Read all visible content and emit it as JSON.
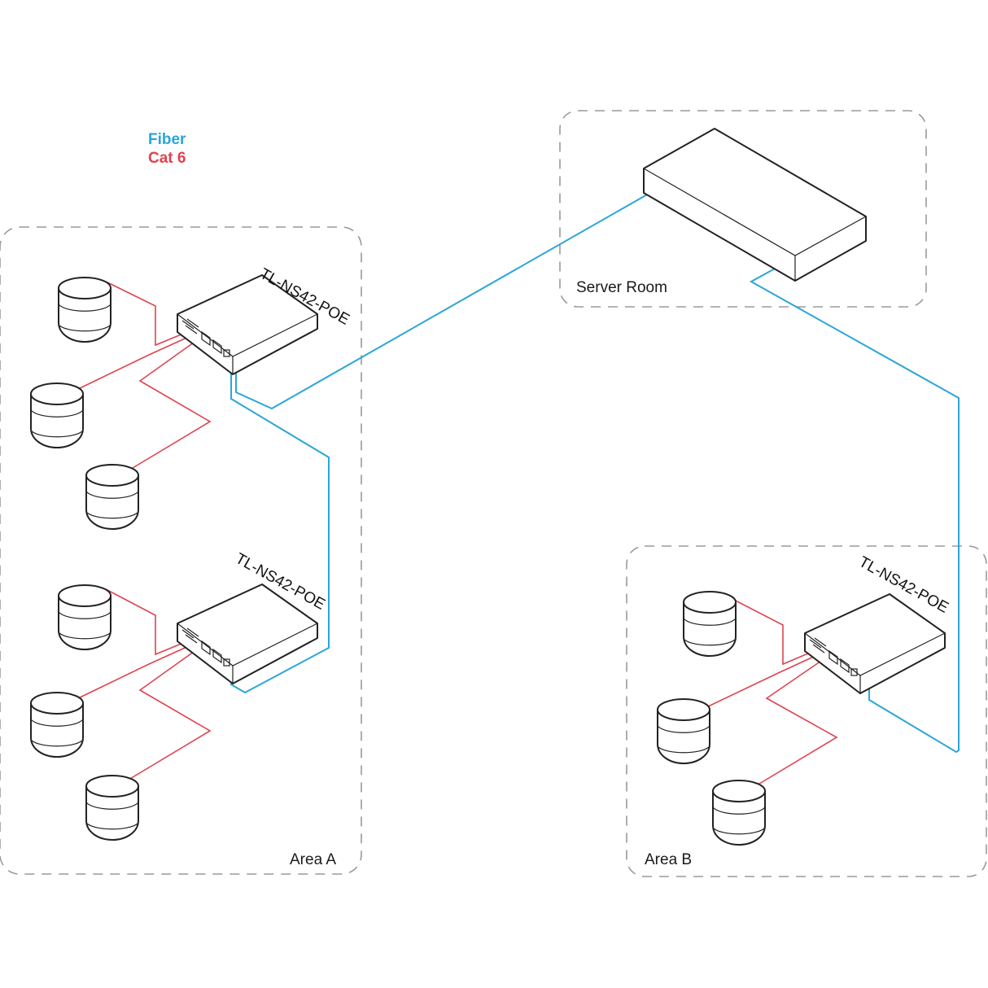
{
  "legend": {
    "fiber_label": "Fiber",
    "cat_label": "Cat 6",
    "fiber_color": "#2aa6d8",
    "cat_color": "#e0434f"
  },
  "zones": {
    "area_a": "Area A",
    "area_b": "Area B",
    "server_room": "Server Room"
  },
  "switches": {
    "switch_a1_model": "TL-NS42-POE",
    "switch_a2_model": "TL-NS42-POE",
    "switch_b1_model": "TL-NS42-POE"
  },
  "icons": [
    "camera-icon",
    "poe-switch-icon",
    "server-switch-icon"
  ]
}
